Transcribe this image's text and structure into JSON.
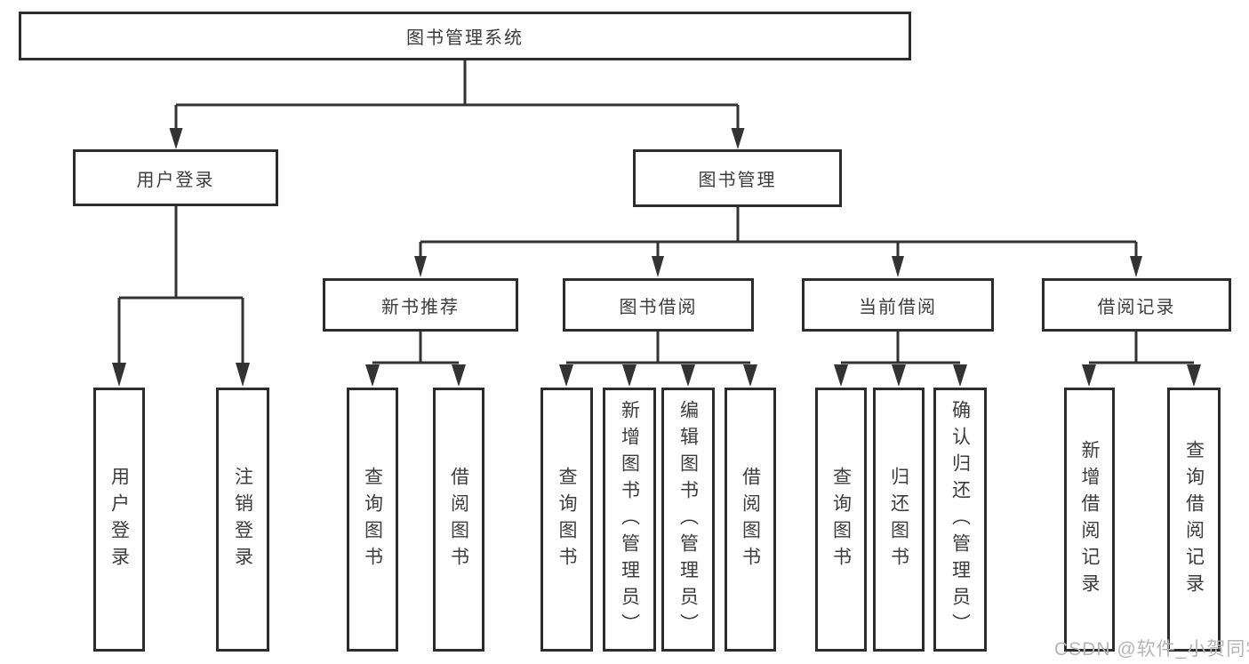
{
  "watermark": "CSDN @软件_小贺同学",
  "colors": {
    "line": "#333333",
    "box_border": "#2d2d2d",
    "text": "#3c3c3c",
    "watermark": "#b5b5b5",
    "background": "#ffffff"
  },
  "tree": {
    "label": "图书管理系统",
    "children": [
      {
        "label": "用户登录",
        "children": [
          {
            "label": "用户登录"
          },
          {
            "label": "注销登录"
          }
        ]
      },
      {
        "label": "图书管理",
        "children": [
          {
            "label": "新书推荐",
            "children": [
              {
                "label": "查询图书"
              },
              {
                "label": "借阅图书"
              }
            ]
          },
          {
            "label": "图书借阅",
            "children": [
              {
                "label": "查询图书"
              },
              {
                "label": "新增图书（管理员）"
              },
              {
                "label": "编辑图书（管理员）"
              },
              {
                "label": "借阅图书"
              }
            ]
          },
          {
            "label": "当前借阅",
            "children": [
              {
                "label": "查询图书"
              },
              {
                "label": "归还图书"
              },
              {
                "label": "确认归还（管理员）"
              }
            ]
          },
          {
            "label": "借阅记录",
            "children": [
              {
                "label": "新增借阅记录"
              },
              {
                "label": "查询借阅记录"
              }
            ]
          }
        ]
      }
    ]
  }
}
